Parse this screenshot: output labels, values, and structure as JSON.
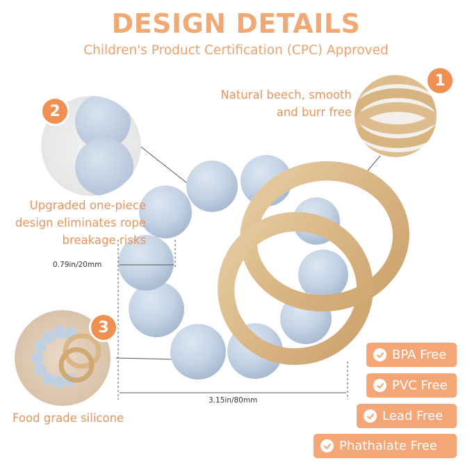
{
  "header": {
    "title": "DESIGN DETAILS",
    "subtitle": "Children's Product Certification (CPC) Approved"
  },
  "callouts": [
    {
      "number": "1",
      "text": "Natural beech, smooth and burr free"
    },
    {
      "number": "2",
      "text": "Upgraded one-piece design eliminates rope breakage risks"
    },
    {
      "number": "3",
      "text": "Food grade silicone"
    }
  ],
  "dimensions": {
    "bead": "0.79in/20mm",
    "ring": "3.15in/80mm"
  },
  "badges": [
    {
      "label": "BPA Free",
      "icon": "check-icon"
    },
    {
      "label": "PVC Free",
      "icon": "check-icon"
    },
    {
      "label": "Lead Free",
      "icon": "check-icon"
    },
    {
      "label": "Phathalate Free",
      "icon": "check-icon"
    }
  ],
  "colors": {
    "accent": "#F0A974",
    "badge": "#F4A677",
    "number_circle": "#F08F52",
    "silicone": "#C4D3E5",
    "wood": "#DDBD8E"
  }
}
